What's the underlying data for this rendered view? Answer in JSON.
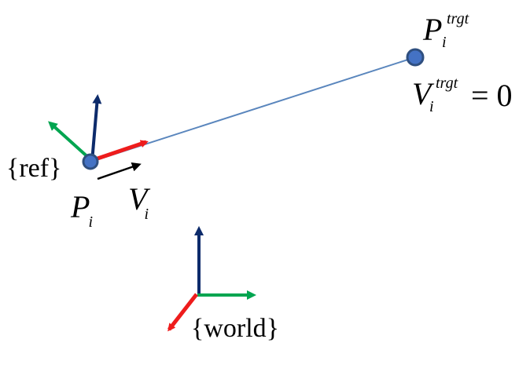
{
  "labels": {
    "ref_frame": "{ref}",
    "world_frame": "{world}",
    "p_symbol": "P",
    "p_subscript": "i",
    "v_symbol": "V",
    "v_subscript": "i",
    "p_target_symbol": "P",
    "p_target_superscript": "trgt",
    "p_target_subscript": "i",
    "v_target_symbol": "V",
    "v_target_superscript": "trgt",
    "v_target_subscript": "i",
    "v_target_equals": "= 0"
  },
  "colors": {
    "x_axis": "#ee1c1c",
    "y_axis": "#00a550",
    "z_axis": "#0d2b6b",
    "path_line": "#5a86bd",
    "point_fill": "#4472c4",
    "point_stroke": "#2f4f7f",
    "velocity_arrow": "#000000"
  }
}
